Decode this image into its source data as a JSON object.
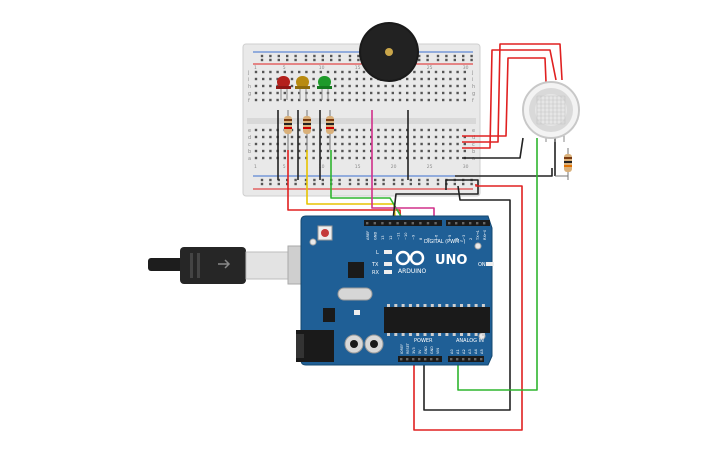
{
  "board": {
    "logo_text": "UNO",
    "digital_label": "DIGITAL (PWM~)",
    "analog_label": "ANALOG IN",
    "power_label": "POWER",
    "led_labels": [
      "L",
      "TX",
      "RX",
      "ON"
    ],
    "digital_pins": [
      "AREF",
      "GND",
      "13",
      "12",
      "~11",
      "~10",
      "~9",
      "8",
      "7",
      "~6",
      "~5",
      "4",
      "~3",
      "2",
      "TX→1",
      "RX←0"
    ],
    "power_pins": [
      "IOREF",
      "RESET",
      "3V3",
      "5V",
      "GND",
      "GND",
      "VIN"
    ],
    "analog_pins": [
      "A0",
      "A1",
      "A2",
      "A3",
      "A4",
      "A5"
    ],
    "color": "#1f5f96"
  },
  "breadboard": {
    "row_letters_top": [
      "j",
      "i",
      "h",
      "g",
      "f"
    ],
    "row_letters_bottom": [
      "e",
      "d",
      "c",
      "b",
      "a"
    ],
    "column_numbers": [
      "1",
      "5",
      "10",
      "15",
      "20",
      "25",
      "30"
    ]
  },
  "components": {
    "leds": [
      {
        "name": "red-led",
        "color": "#b3201c"
      },
      {
        "name": "yellow-led",
        "color": "#b88a10"
      },
      {
        "name": "green-led",
        "color": "#1e9a2a"
      }
    ],
    "buzzer_color": "#1a1a1a",
    "sensor_color": "#d9d9d9"
  },
  "wires": {
    "red": "#e02020",
    "yellow": "#e7c400",
    "green": "#2fb52f",
    "magenta": "#d0308a",
    "black": "#222222"
  }
}
